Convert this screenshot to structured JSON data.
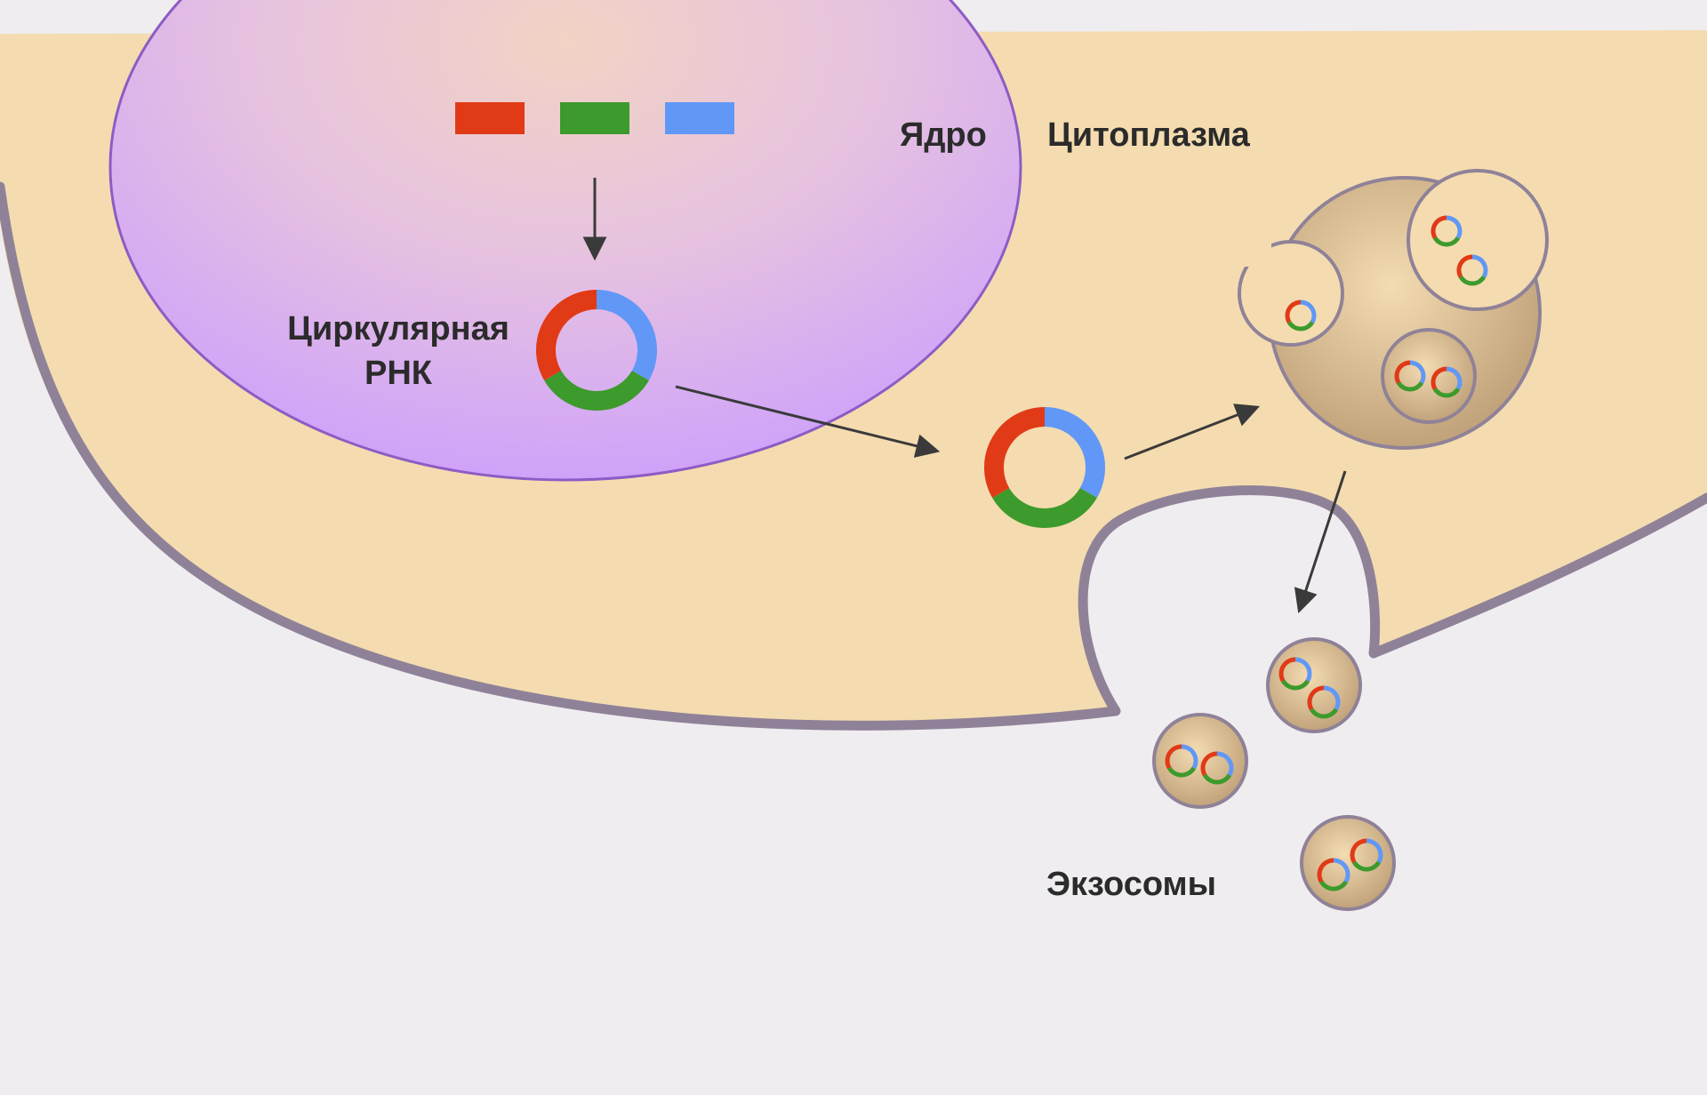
{
  "labels": {
    "nucleus": "Ядро",
    "cytoplasm": "Цитоплазма",
    "circrna_line1": "Циркулярная",
    "circrna_line2": "РНК",
    "exosomes": "Экзосомы"
  },
  "colors": {
    "background": "#efedf0",
    "cytoplasm": "#f4dcb0",
    "membrane": "#8f8298",
    "nucleus": "#d7acf5",
    "nucleus_border": "#8d5cc4",
    "segment_red": "#e13a17",
    "segment_green": "#3d9a2c",
    "segment_blue": "#6198f7",
    "vesicle": "#c7aa84",
    "arrow": "#3a3a3a"
  },
  "icons": [
    "rna-segment-icon",
    "circular-rna-icon",
    "multivesicular-body-icon",
    "exosome-icon",
    "arrow-icon"
  ]
}
